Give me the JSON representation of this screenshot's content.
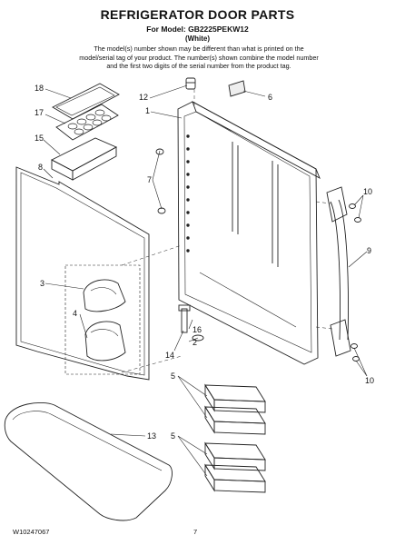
{
  "header": {
    "title": "REFRIGERATOR DOOR PARTS",
    "model_line": "For Model: GB2225PEKW12",
    "color_line": "(White)",
    "note": "The model(s) number shown may be different than what is printed on the model/serial tag of your product. The number(s) shown combine the model number and the first two digits of the serial number from the product tag."
  },
  "callouts": {
    "c18": "18",
    "c17": "17",
    "c15": "15",
    "c8": "8",
    "c12": "12",
    "c1": "1",
    "c6": "6",
    "c7": "7",
    "c10a": "10",
    "c9": "9",
    "c3": "3",
    "c4": "4",
    "c16": "16",
    "c2": "2",
    "c14": "14",
    "c10b": "10",
    "c5a": "5",
    "c13": "13",
    "c5b": "5"
  },
  "footer": {
    "doc_number": "W10247067",
    "page_number": "7"
  }
}
